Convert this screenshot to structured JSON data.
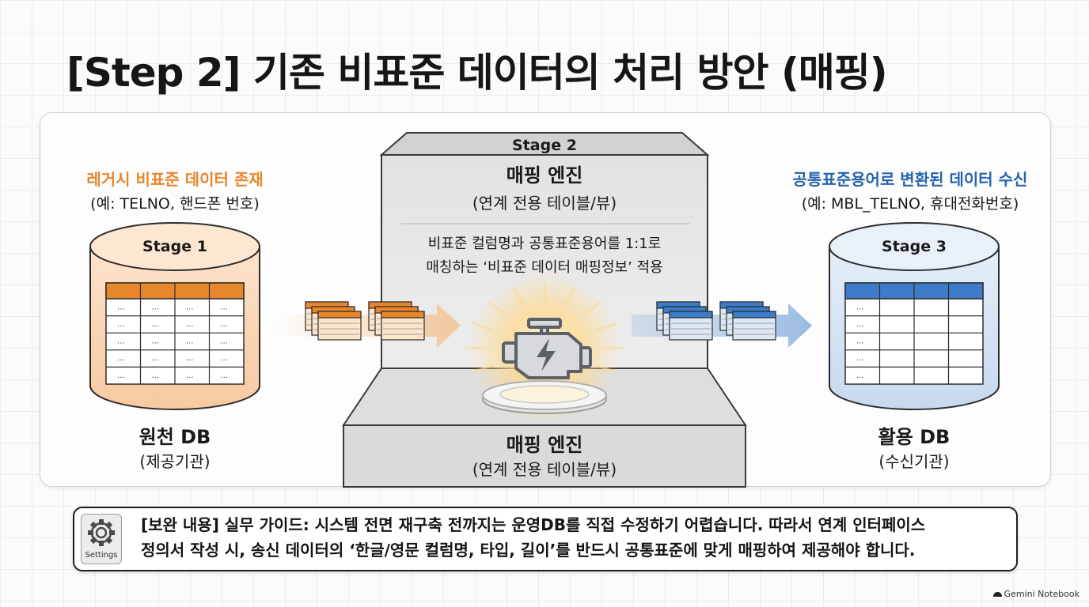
{
  "title": "[Step 2] 기존 비표준 데이터의 처리 방안 (매핑)",
  "left": {
    "heading": "레거시 비표준 데이터 존재",
    "example": "(예: TELNO, 핸드폰 번호)",
    "stage": "Stage 1",
    "db_name": "원천 DB",
    "db_owner": "(제공기관)",
    "cell": "..."
  },
  "center": {
    "stage": "Stage 2",
    "engine_title": "매핑 엔진",
    "engine_sub": "(연계 전용 테이블/뷰)",
    "desc_line1": "비표준 컬럼명과 공통표준용어를 1:1로",
    "desc_line2": "매칭하는 ‘비표준 데이터 매핑정보’ 적용",
    "base_title": "매핑 엔진",
    "base_sub": "(연계 전용 테이블/뷰)"
  },
  "right": {
    "heading": "공통표준용어로 변환된 데이터 수신",
    "example": "(예: MBL_TELNO, 휴대전화번호)",
    "stage": "Stage 3",
    "db_name": "활용 DB",
    "db_owner": "(수신기관)",
    "cell": "..."
  },
  "note": {
    "icon": "gear-icon",
    "icon_label": "Settings",
    "line1": "[보완 내용] 실무 가이드: 시스템 전면 재구축 전까지는 운영DB를 직접 수정하기 어렵습니다. 따라서 연계 인터페이스",
    "line2": "정의서 작성 시, 송신 데이터의 ‘한글/영문 컬럼명, 타입, 길이’를 반드시 공통표준에 맞게 매핑하여 제공해야 합니다."
  },
  "footer": "Gemini Notebook",
  "colors": {
    "orange": "#e8862c",
    "blue": "#2563ad",
    "engine_glow": "#ffd27a"
  }
}
